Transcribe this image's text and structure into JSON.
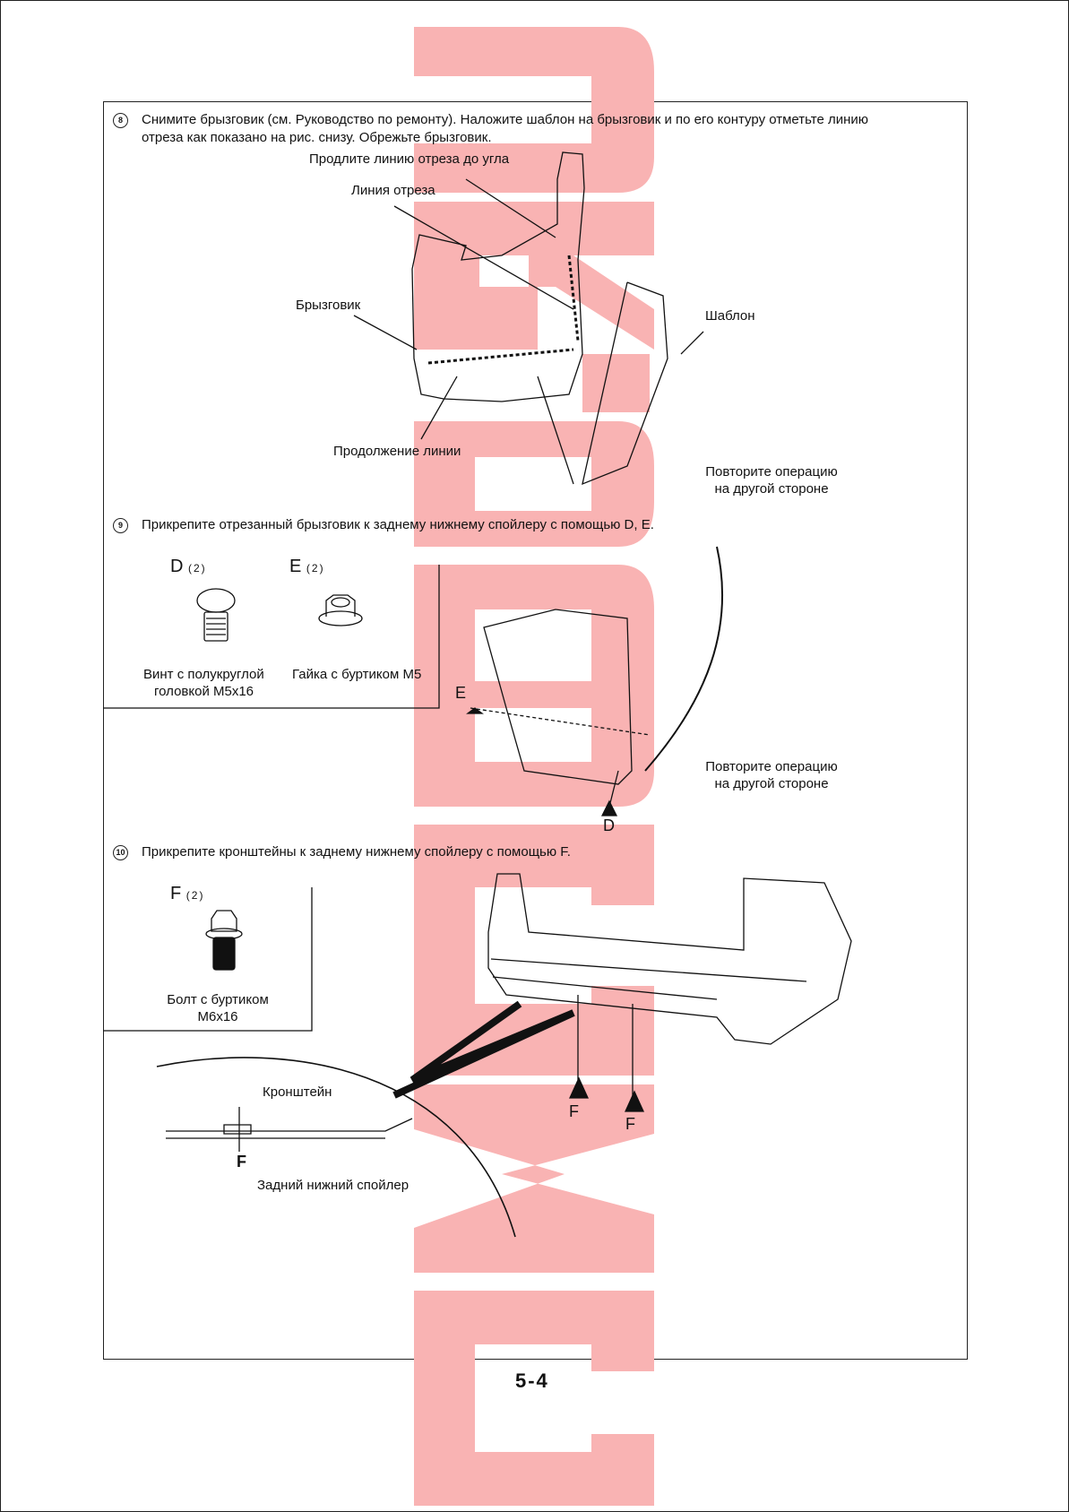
{
  "step8": {
    "number": "8",
    "text_line1": "Снимите брызговик (см. Руководство по ремонту). Наложите шаблон на брызговик и по его контуру отметьте линию",
    "text_line2": "отреза как показано на рис. снизу. Обрежьте брызговик.",
    "labels": {
      "extend_line": "Продлите линию отреза до угла",
      "cut_line": "Линия отреза",
      "mudguard": "Брызговик",
      "template": "Шаблон",
      "line_continuation": "Продолжение линии",
      "repeat_1": "Повторите операцию",
      "repeat_2": "на другой стороне"
    }
  },
  "step9": {
    "number": "9",
    "text": "Прикрепите отрезанный брызговик к заднему нижнему спойлеру с помощью D, E.",
    "part_d": {
      "letter": "D",
      "qty": "(2)",
      "desc1": "Винт с полукруглой",
      "desc2": "головкой M5x16"
    },
    "part_e": {
      "letter": "E",
      "qty": "(2)",
      "desc1": "Гайка с буртиком M5"
    },
    "callout_e": "E",
    "callout_d": "D",
    "repeat_1": "Повторите операцию",
    "repeat_2": "на другой стороне"
  },
  "step10": {
    "number": "10",
    "text": "Прикрепите кронштейны к заднему нижнему спойлеру с помощью F.",
    "part_f": {
      "letter": "F",
      "qty": "(2)",
      "desc1": "Болт с буртиком",
      "desc2": "M6x16"
    },
    "callout_f1": "F",
    "callout_f2": "F",
    "detail_f": "F",
    "bracket": "Кронштейн",
    "spoiler": "Задний нижний спойлер"
  },
  "page_number": "5-4",
  "watermark": "CRVCLUB.RU",
  "colors": {
    "watermark": "#f9a9a9",
    "ink": "#111111"
  }
}
